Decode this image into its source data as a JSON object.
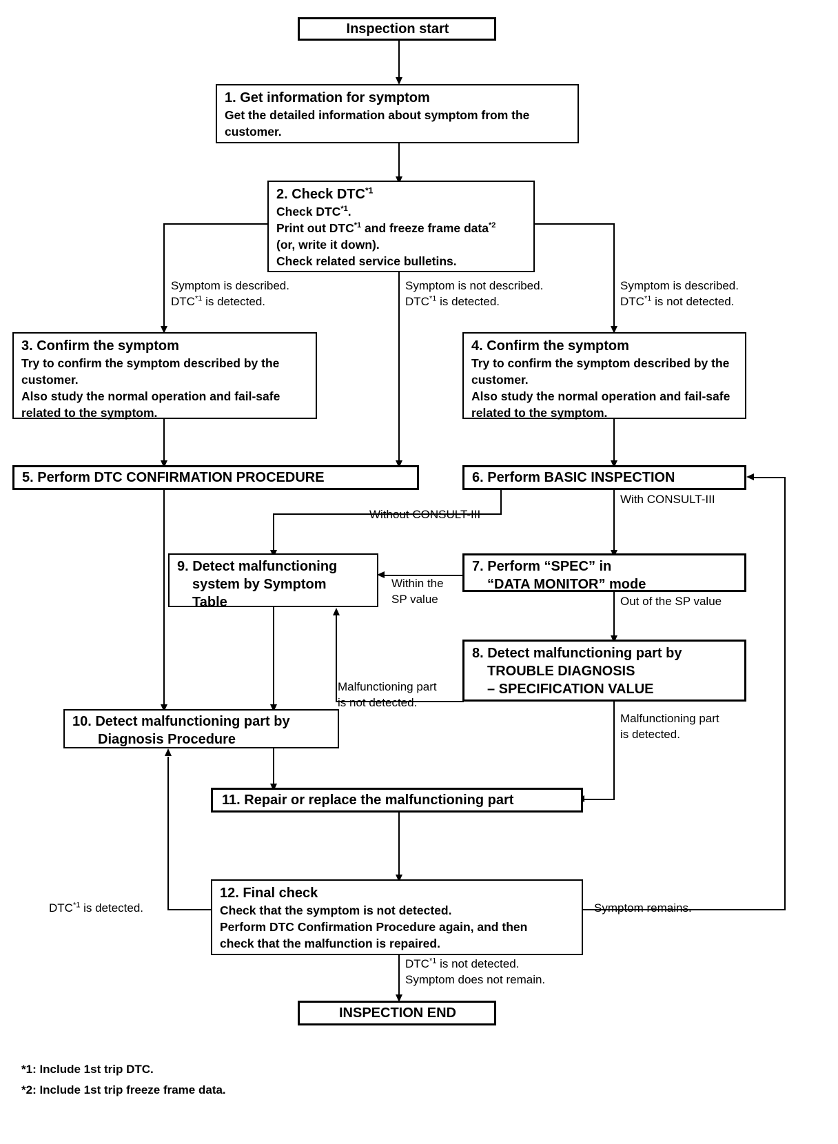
{
  "diagram": {
    "title": "Work Flow (Inspection Procedure Flow Chart)",
    "type": "flowchart"
  },
  "nodes": {
    "start": {
      "label": "Inspection start"
    },
    "n1": {
      "title": "1. Get information for symptom",
      "lines": [
        "Get the detailed information about symptom from the",
        "customer."
      ]
    },
    "n2": {
      "title_main": "2. Check DTC",
      "title_sup": "*1",
      "line1_a": "Check DTC",
      "line1_sup": "*1",
      "line1_b": ".",
      "line2_a": "Print out DTC",
      "line2_sup1": "*1",
      "line2_b": " and freeze frame data",
      "line2_sup2": "*2",
      "line3": "(or, write it down).",
      "line4": "Check related service bulletins."
    },
    "n3": {
      "title": "3. Confirm the symptom",
      "lines": [
        "Try to confirm the symptom described by the",
        "customer.",
        "Also study the normal operation and fail-safe",
        "related to the symptom."
      ]
    },
    "n4": {
      "title": "4. Confirm the symptom",
      "lines": [
        "Try to confirm the symptom described by the",
        "customer.",
        "Also study the normal operation and fail-safe",
        "related to the symptom."
      ]
    },
    "n5": {
      "title": "5. Perform DTC CONFIRMATION PROCEDURE"
    },
    "n6": {
      "title": "6. Perform BASIC INSPECTION"
    },
    "n7": {
      "line1": "7. Perform “SPEC” in",
      "line2": "“DATA MONITOR” mode"
    },
    "n8": {
      "line1": "8. Detect malfunctioning part by",
      "line2": "TROUBLE DIAGNOSIS",
      "line3": "– SPECIFICATION VALUE"
    },
    "n9": {
      "line1": "9. Detect malfunctioning",
      "line2": "system by Symptom",
      "line3": "Table"
    },
    "n10": {
      "line1": "10. Detect malfunctioning part by",
      "line2": "Diagnosis Procedure"
    },
    "n11": {
      "title": "11. Repair or replace the malfunctioning part"
    },
    "n12": {
      "title": "12. Final check",
      "lines": [
        "Check that the symptom is not detected.",
        "Perform DTC Confirmation Procedure again, and then",
        "check that the malfunction is repaired."
      ]
    },
    "end": {
      "label": "INSPECTION END"
    }
  },
  "edge_labels": {
    "branch_left": {
      "line1": "Symptom is described.",
      "line2_a": "DTC",
      "line2_sup": "*1",
      "line2_b": " is detected."
    },
    "branch_mid": {
      "line1": "Symptom is not described.",
      "line2_a": "DTC",
      "line2_sup": "*1",
      "line2_b": " is detected."
    },
    "branch_right": {
      "line1": "Symptom is described.",
      "line2_a": "DTC",
      "line2_sup": "*1",
      "line2_b": " is not detected."
    },
    "without_consult": "Without CONSULT-III",
    "with_consult": "With CONSULT-III",
    "within_sp": {
      "line1": "Within the",
      "line2": "SP value"
    },
    "out_of_sp": "Out of the SP value",
    "part_not_detected": {
      "line1": "Malfunctioning part",
      "line2": "is not detected."
    },
    "part_detected": {
      "line1": "Malfunctioning part",
      "line2": "is detected."
    },
    "dtc_detected": {
      "a": "DTC",
      "sup": "*1",
      "b": " is detected."
    },
    "symptom_remains": "Symptom remains.",
    "final_ok": {
      "line1_a": "DTC",
      "line1_sup": "*1",
      "line1_b": " is not detected.",
      "line2": "Symptom does not remain."
    }
  },
  "footnotes": [
    "*1: Include 1st trip DTC.",
    "*2: Include 1st trip freeze frame data."
  ],
  "colors": {
    "ink": "#000000",
    "paper": "#ffffff"
  }
}
